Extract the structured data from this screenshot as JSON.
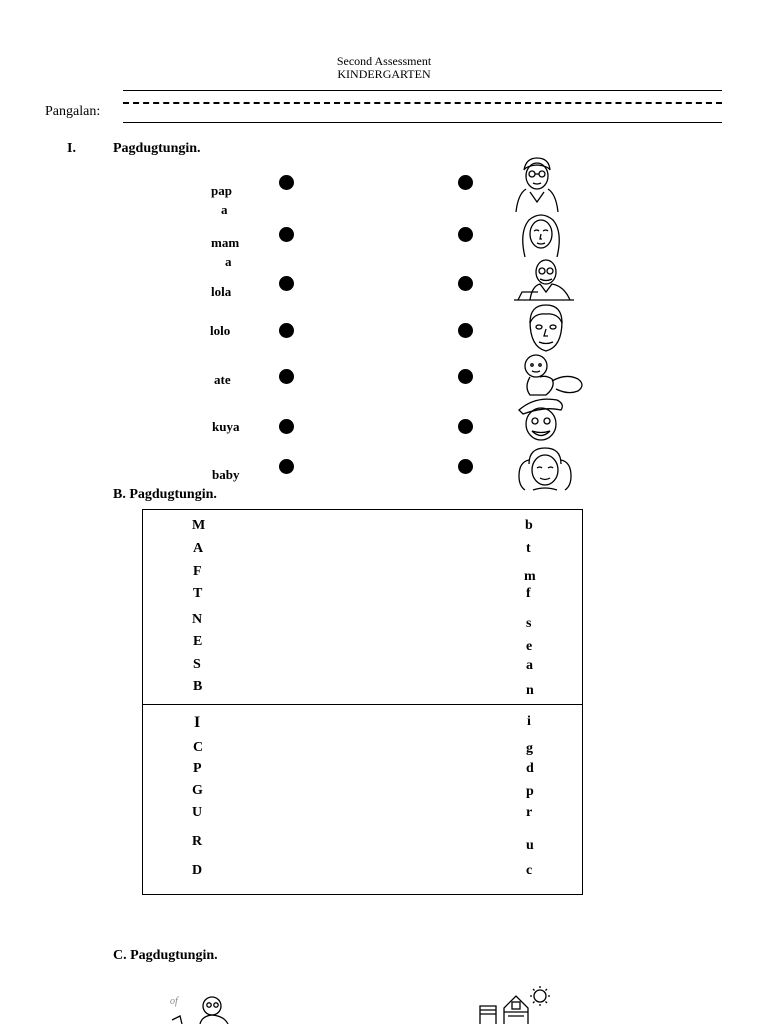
{
  "header": {
    "line1": "Second Assessment",
    "line2": "KINDERGARTEN"
  },
  "name_label": "Pangalan:",
  "section_a": {
    "number": "I.",
    "title": "Pagdugtungin.",
    "words": [
      {
        "top": "pap",
        "bottom": "a"
      },
      {
        "top": "mam",
        "bottom": "a"
      },
      {
        "top": "lola",
        "bottom": ""
      },
      {
        "top": "lolo",
        "bottom": ""
      },
      {
        "top": "ate",
        "bottom": ""
      },
      {
        "top": "kuya",
        "bottom": ""
      },
      {
        "top": "baby",
        "bottom": ""
      }
    ],
    "pictures": [
      "grandmother-icon",
      "woman-icon",
      "grandfather-icon",
      "man-icon",
      "baby-icon",
      "boy-icon",
      "girl-icon"
    ]
  },
  "section_b": {
    "title": "B. Pagdugtungin.",
    "group1_left": [
      "M",
      "A",
      "F",
      "T",
      "N",
      "E",
      "S",
      "B"
    ],
    "group1_right": [
      "b",
      "t",
      "m",
      "f",
      "s",
      "e",
      "a",
      "n"
    ],
    "group2_left": [
      "I",
      "C",
      "P",
      "G",
      "U",
      "R",
      "D"
    ],
    "group2_right": [
      "i",
      "g",
      "d",
      "p",
      "r",
      "u",
      "c"
    ]
  },
  "section_c": {
    "title": "C. Pagdugtungin.",
    "pictures": [
      "grandfather-reading-icon",
      "school-house-icon"
    ]
  }
}
